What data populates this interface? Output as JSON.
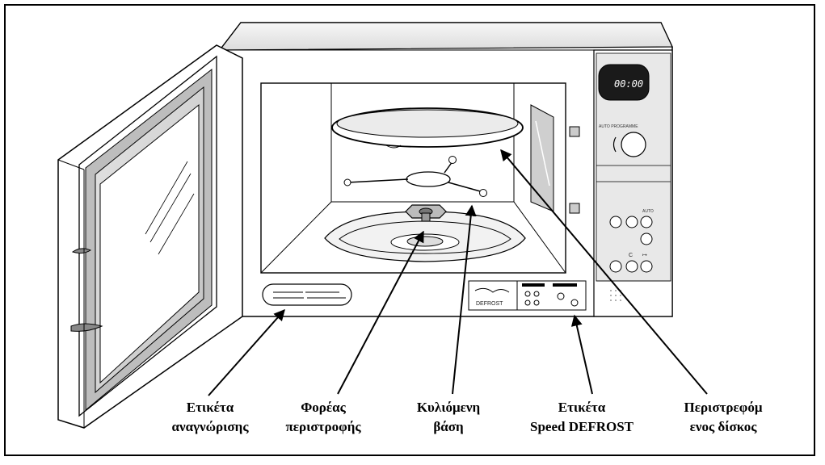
{
  "display": {
    "time": "00:00",
    "auto_programme": "AUTO PROGRAMME"
  },
  "panel": {
    "auto": "AUTO",
    "clear": "C",
    "start": "↦",
    "defrost_logo": "DEFROST"
  },
  "labels": [
    {
      "line1": "Ετικέτα",
      "line2": "αναγνώρισης"
    },
    {
      "line1": "Φορέας",
      "line2": "περιστροφής"
    },
    {
      "line1": "Κυλιόμενη",
      "line2": "βάση"
    },
    {
      "line1": "Ετικέτα",
      "line2": "Speed DEFROST"
    },
    {
      "line1": "Περιστρεφόμ",
      "line2": "ενος δίσκος"
    }
  ],
  "colors": {
    "panel": "#e8e8e8",
    "display": "#1a1a1a",
    "glass": "#d0d0d0",
    "line": "#000000"
  }
}
